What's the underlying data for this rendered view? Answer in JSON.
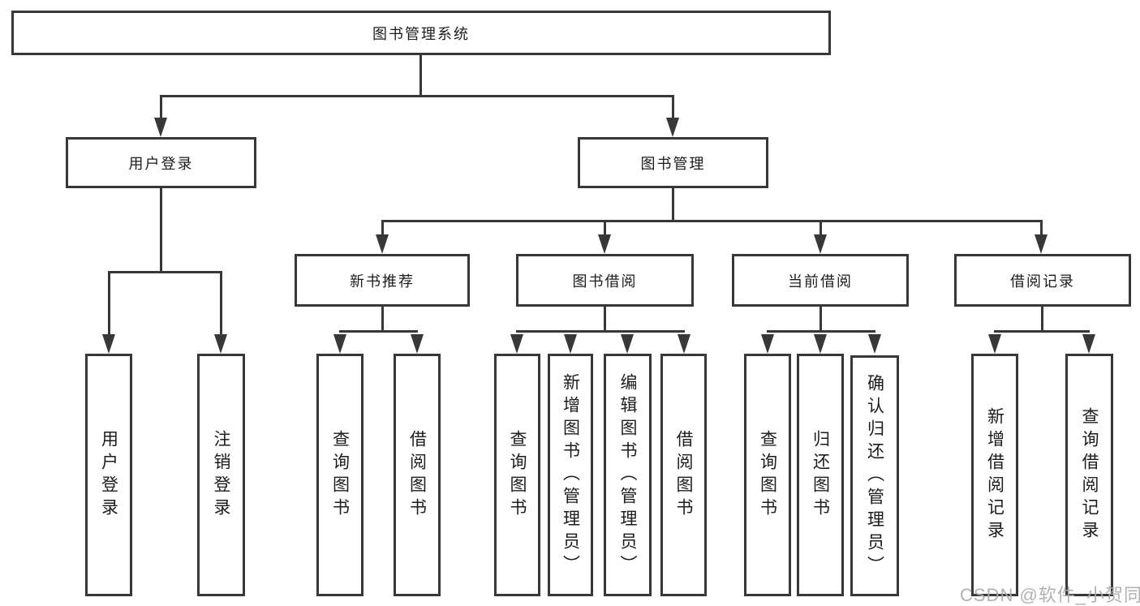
{
  "colors": {
    "background": "#ffffff",
    "line": "#383838",
    "text": "#1c1c1c",
    "watermark": "#aaaaaa"
  },
  "diagram": {
    "root": {
      "label": "图书管理系统"
    },
    "level2": {
      "user_login": {
        "label": "用户登录"
      },
      "book_management": {
        "label": "图书管理"
      }
    },
    "level3": {
      "new_book_recommend": {
        "label": "新书推荐"
      },
      "book_borrowing": {
        "label": "图书借阅"
      },
      "current_borrowing": {
        "label": "当前借阅"
      },
      "borrow_records": {
        "label": "借阅记录"
      }
    },
    "leaves": {
      "user_login": {
        "label": "用户登录"
      },
      "logout": {
        "label": "注销登录"
      },
      "recommend_query_books": {
        "label": "查询图书"
      },
      "recommend_borrow_books": {
        "label": "借阅图书"
      },
      "borrowing_query_books": {
        "label": "查询图书"
      },
      "borrowing_add_book_admin": {
        "label": "新增图书（管理员）"
      },
      "borrowing_edit_book_admin": {
        "label": "编辑图书（管理员）"
      },
      "borrowing_borrow_books": {
        "label": "借阅图书"
      },
      "current_query_books": {
        "label": "查询图书"
      },
      "current_return_books": {
        "label": "归还图书"
      },
      "current_confirm_return_admin": {
        "label": "确认归还（管理员）"
      },
      "records_add_record": {
        "label": "新增借阅记录"
      },
      "records_query_record": {
        "label": "查询借阅记录"
      }
    }
  },
  "watermark": {
    "text": "CSDN @软件_小贺同学"
  }
}
